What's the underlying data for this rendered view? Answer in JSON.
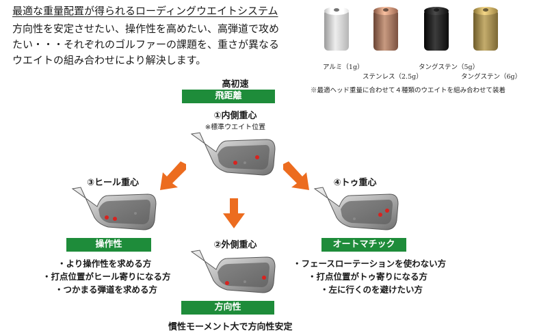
{
  "intro": {
    "headline": "最適な重量配置が得られるローディングウエイトシステム",
    "lines": [
      "方向性を安定させたい、操作性を高めたい、高弾道で攻め",
      "たい・・・それぞれのゴルファーの課題を、重さが異なる",
      "ウエイトの組み合わせにより解決します。"
    ]
  },
  "weights": {
    "items": [
      {
        "label": "アルミ（1g）",
        "color": "#c9c9c9"
      },
      {
        "label": "ステンレス（2.5g）",
        "color": "#a0705a"
      },
      {
        "label": "タングステン（5g）",
        "color": "#1b1b1b"
      },
      {
        "label": "タングステン（6g）",
        "color": "#a8904e"
      }
    ],
    "note": "※最適ヘッド重量に合わせて４種類のウエイトを組み合わせて装着"
  },
  "top": {
    "speed": "高初速",
    "distance_badge": "飛距離",
    "title": "①内側重心",
    "subtitle": "※標準ウエイト位置"
  },
  "left": {
    "title": "③ヒール重心",
    "badge": "操作性",
    "bullets": [
      "・より操作性を求める方",
      "・打点位置がヒール寄りになる方",
      "・つかまる弾道を求める方"
    ]
  },
  "center": {
    "title": "②外側重心",
    "badge": "方向性",
    "caption": "慣性モーメント大で方向性安定"
  },
  "right": {
    "title": "④トゥ重心",
    "badge": "オートマチック",
    "bullets": [
      "・フェースローテーションを使わない方",
      "・打点位置がトゥ寄りになる方",
      "・左に行くのを避けたい方"
    ]
  },
  "colors": {
    "badge_green": "#1e8c3a",
    "arrow_orange": "#ec6c1f",
    "weight_red": "#d8231f"
  }
}
